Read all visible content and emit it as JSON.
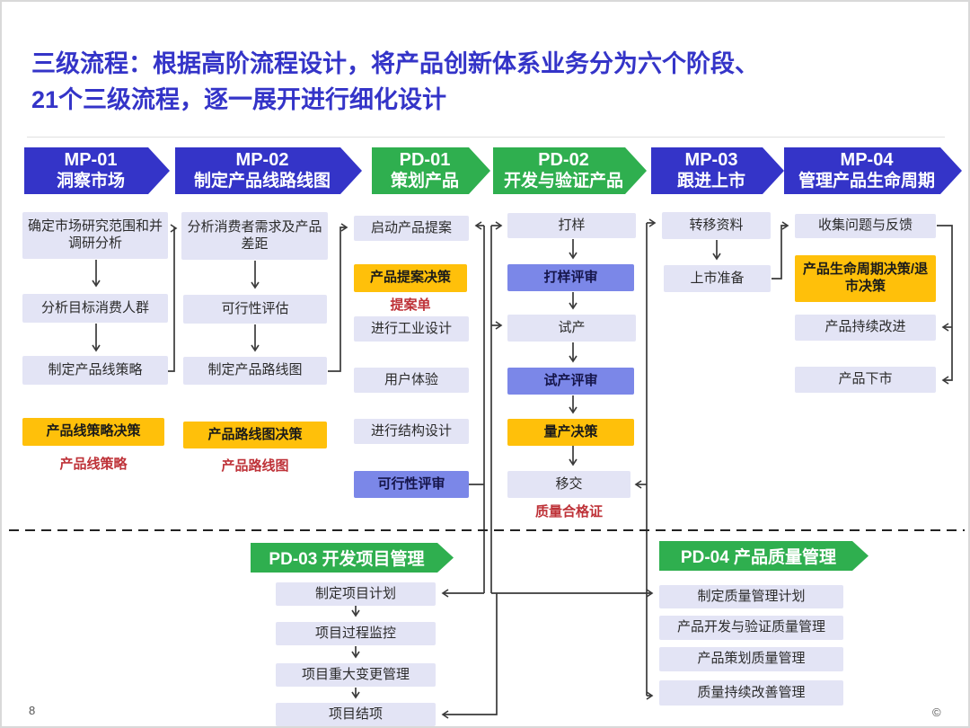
{
  "slide": {
    "title_line1": "三级流程：根据高阶流程设计，将产品创新体系业务分为六个阶段、",
    "title_line2": "21个三级流程，逐一展开进行细化设计",
    "page_number": "8",
    "copyright": "©"
  },
  "colors": {
    "banner_blue": "#3434C8",
    "banner_green": "#2FAF4F",
    "step_box": "#E3E4F5",
    "decision_box": "#FFC00A",
    "review_box": "#7B87E8",
    "red_label": "#BE3238"
  },
  "phases": {
    "mp01": {
      "code": "MP-01",
      "name": "洞察市场"
    },
    "mp02": {
      "code": "MP-02",
      "name": "制定产品线路线图"
    },
    "pd01": {
      "code": "PD-01",
      "name": "策划产品"
    },
    "pd02": {
      "code": "PD-02",
      "name": "开发与验证产品"
    },
    "mp03": {
      "code": "MP-03",
      "name": "跟进上市"
    },
    "mp04": {
      "code": "MP-04",
      "name": "管理产品生命周期"
    }
  },
  "mp01": {
    "step1": "确定市场研究范围和并调研分析",
    "step2": "分析目标消费人群",
    "step3": "制定产品线策略",
    "decision": "产品线策略决策",
    "output": "产品线策略"
  },
  "mp02": {
    "step1": "分析消费者需求及产品差距",
    "step2": "可行性评估",
    "step3": "制定产品路线图",
    "decision": "产品路线图决策",
    "output": "产品路线图"
  },
  "pd01": {
    "step1": "启动产品提案",
    "decision": "产品提案决策",
    "output": "提案单",
    "step2": "进行工业设计",
    "step3": "用户体验",
    "step4": "进行结构设计",
    "review": "可行性评审"
  },
  "pd02": {
    "step1": "打样",
    "review1": "打样评审",
    "step2": "试产",
    "review2": "试产评审",
    "decision": "量产决策",
    "step3": "移交",
    "output": "质量合格证"
  },
  "mp03": {
    "step1": "转移资料",
    "step2": "上市准备"
  },
  "mp04": {
    "step1": "收集问题与反馈",
    "decision": "产品生命周期决策/退市决策",
    "step2": "产品持续改进",
    "step3": "产品下市"
  },
  "pd03": {
    "banner": "PD-03 开发项目管理",
    "step1": "制定项目计划",
    "step2": "项目过程监控",
    "step3": "项目重大变更管理",
    "step4": "项目结项"
  },
  "pd04": {
    "banner": "PD-04 产品质量管理",
    "step1": "制定质量管理计划",
    "step2": "产品开发与验证质量管理",
    "step3": "产品策划质量管理",
    "step4": "质量持续改善管理"
  }
}
